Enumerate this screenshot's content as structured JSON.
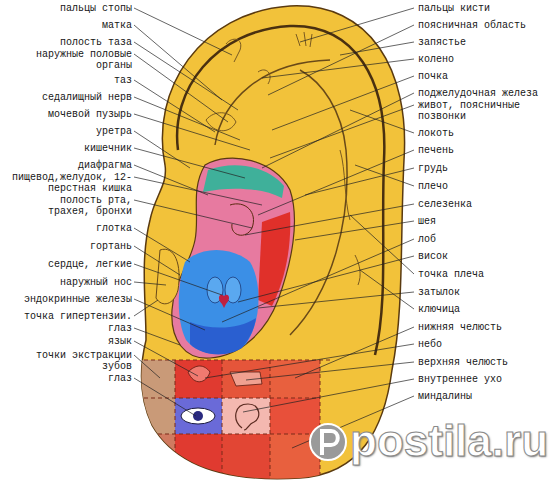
{
  "diagram": {
    "labels": [
      "пальцы стопы",
      "матка",
      "полость таза",
      "наружные половые органы",
      "таз",
      "седалищный нерв",
      "мочевой пузырь",
      "уретра",
      "кишечник",
      "диафрагма",
      "пищевод,желудок, 12-перстная кишка",
      "полость рта, трахея, бронхи",
      "глотка",
      "гортань",
      "сердце, легкие",
      "наружный нос",
      "эндокринные железы",
      "точка гипертензии.",
      "глаз",
      "язык",
      "точки экстракции зубов",
      "глаз",
      "пальцы кисти",
      "поясничная область",
      "запястье",
      "колено",
      "почка",
      "поджелудочная железа",
      "живот, поясничные позвонки",
      "локоть",
      "печень",
      "грудь",
      "плечо",
      "селезенка",
      "шея",
      "лоб",
      "висок",
      "точка плеча",
      "затылок",
      "ключица",
      "нижняя челюсть",
      "небо",
      "верхняя челюсть",
      "внутреннее ухо",
      "миндалины",
      "postila.ru"
    ]
  }
}
